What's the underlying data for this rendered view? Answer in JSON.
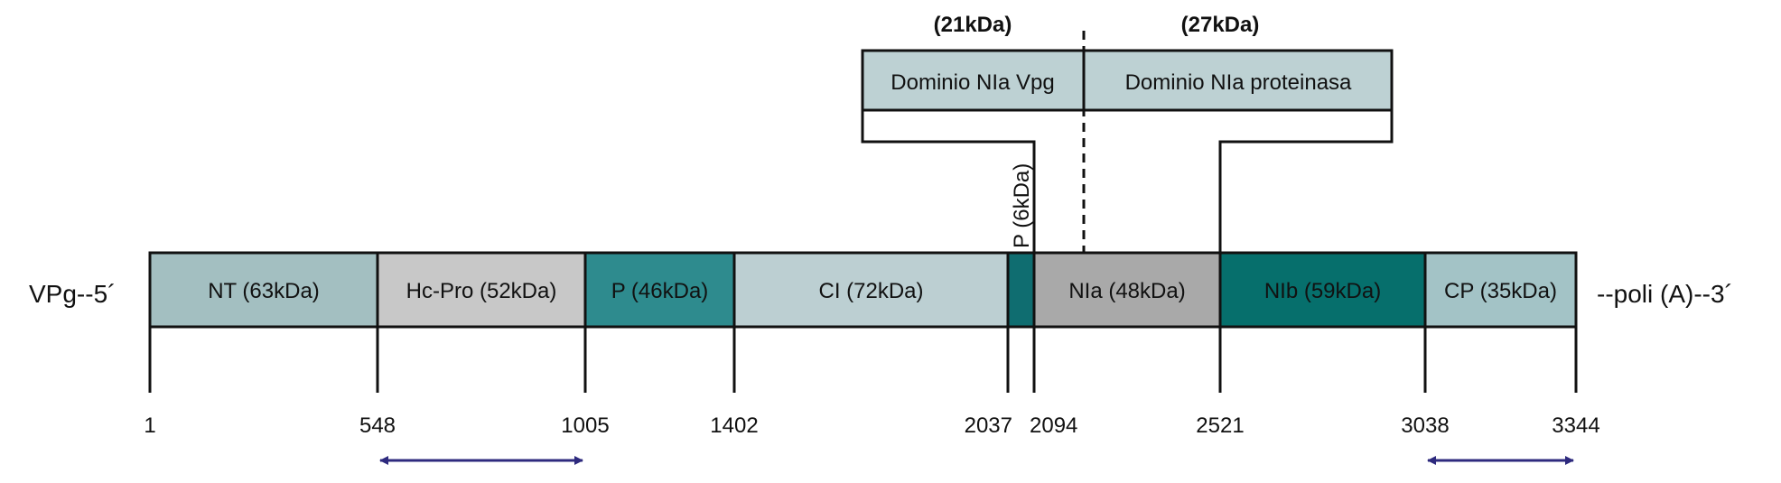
{
  "genome": {
    "left_label": "VPg--5´",
    "right_label": "--poli (A)--3´",
    "segments": [
      {
        "label": "NT (63kDa)",
        "color": "#a3bfc1",
        "start": 1,
        "end": 548
      },
      {
        "label": "Hc-Pro (52kDa)",
        "color": "#c8c8c8",
        "start": 548,
        "end": 1005
      },
      {
        "label": "P (46kDa)",
        "color": "#2e8b8e",
        "start": 1005,
        "end": 1402
      },
      {
        "label": "CI (72kDa)",
        "color": "#bccfd2",
        "start": 1402,
        "end": 2037
      },
      {
        "label": "",
        "color": "#0f6d70",
        "start": 2037,
        "end": 2094
      },
      {
        "label": "NIa (48kDa)",
        "color": "#a9a9a9",
        "start": 2094,
        "end": 2521
      },
      {
        "label": "NIb (59kDa)",
        "color": "#066f6c",
        "start": 2521,
        "end": 3038
      },
      {
        "label": "CP (35kDa)",
        "color": "#a3c3c6",
        "start": 3038,
        "end": 3344
      }
    ],
    "small_protein_label": "P (6kDa)",
    "positions": [
      "1",
      "548",
      "1005",
      "1402",
      "2037",
      "2094",
      "2521",
      "3038",
      "3344"
    ]
  },
  "nia_domains": {
    "vpg": {
      "label": "Dominio NIa Vpg",
      "mass": "(21kDa)"
    },
    "proteinase": {
      "label": "Dominio NIa proteinasa",
      "mass": "(27kDa)"
    },
    "color": "#bdd1d3"
  },
  "arrows": [
    {
      "from": 548,
      "to": 1005,
      "color": "#2e2a7e"
    },
    {
      "from": 3038,
      "to": 3344,
      "color": "#2e2a7e"
    }
  ]
}
